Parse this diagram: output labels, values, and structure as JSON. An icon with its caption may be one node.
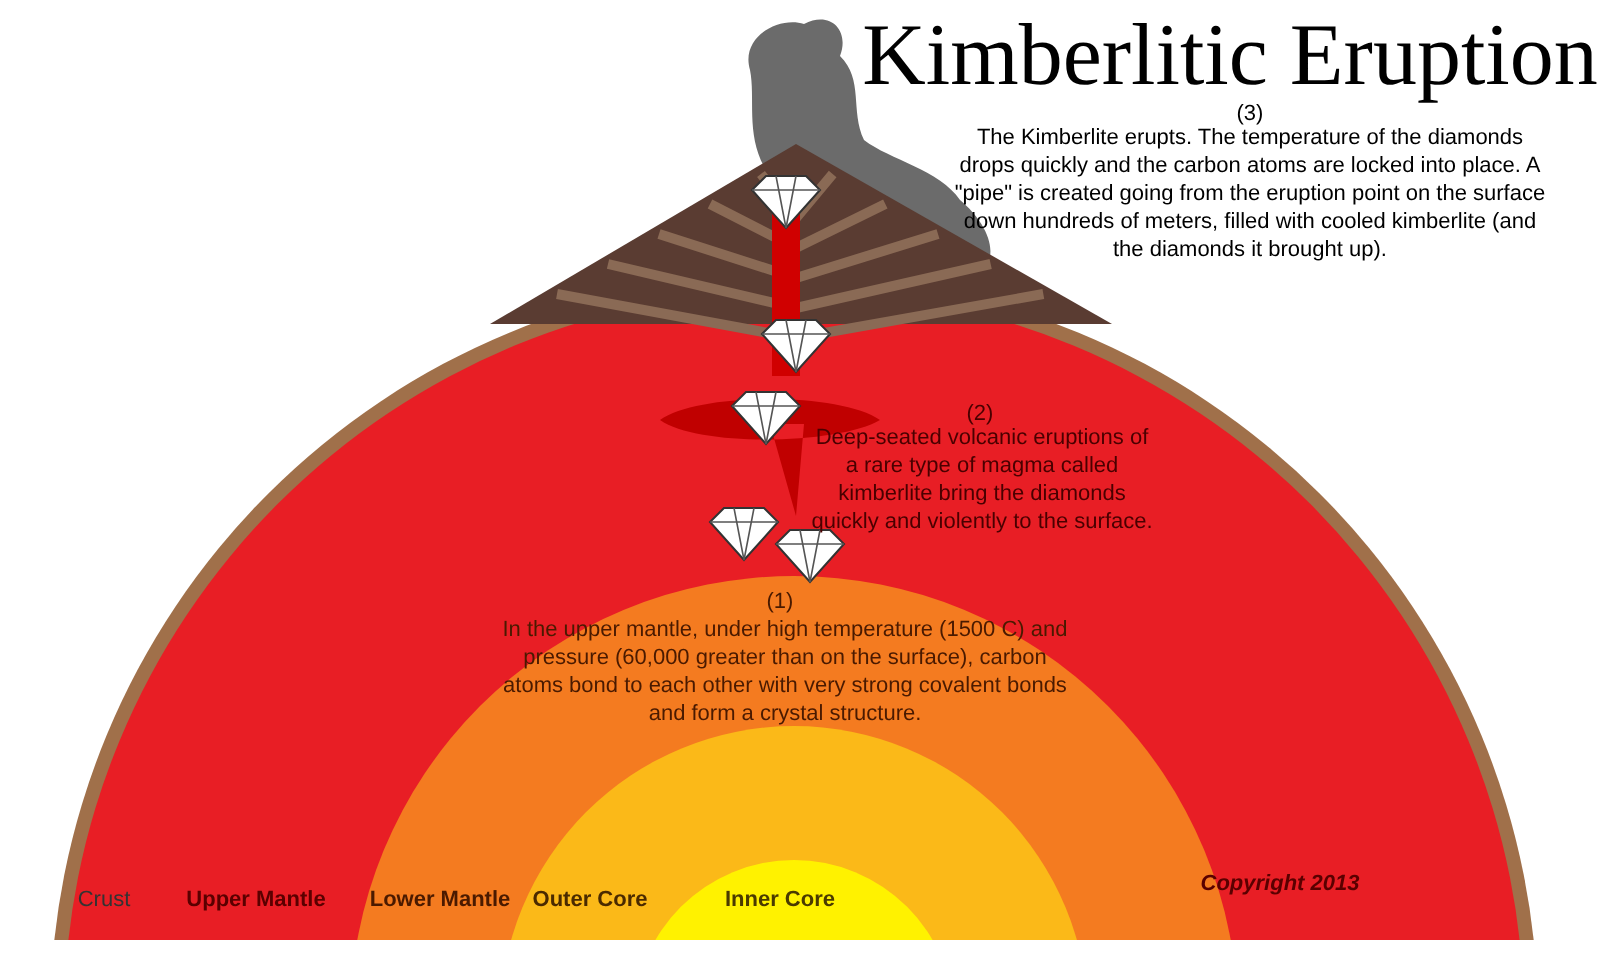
{
  "diagram": {
    "title": "Kimberlitic Eruption",
    "labels": [
      "(3)",
      "The Kimberlite erupts. The temperature of the diamonds drops quickly and the carbon atoms are locked into place. A \"pipe\" is created going from the eruption point on the surface down hundreds of meters, filled with cooled kimberlite (and the diamonds it brought up).",
      "(2)",
      "Deep-seated volcanic eruptions of a rare type of magma called kimberlite bring the diamonds quickly and violently to the surface.",
      "(1)",
      "In the upper mantle, under high temperature (1500 C) and pressure (60,000 greater than on the surface), carbon atoms bond to each other with very strong covalent bonds and form a crystal structure.",
      "Crust",
      "Upper Mantle",
      "Lower Mantle",
      "Outer Core",
      "Inner Core",
      "Copyright 2013"
    ]
  }
}
